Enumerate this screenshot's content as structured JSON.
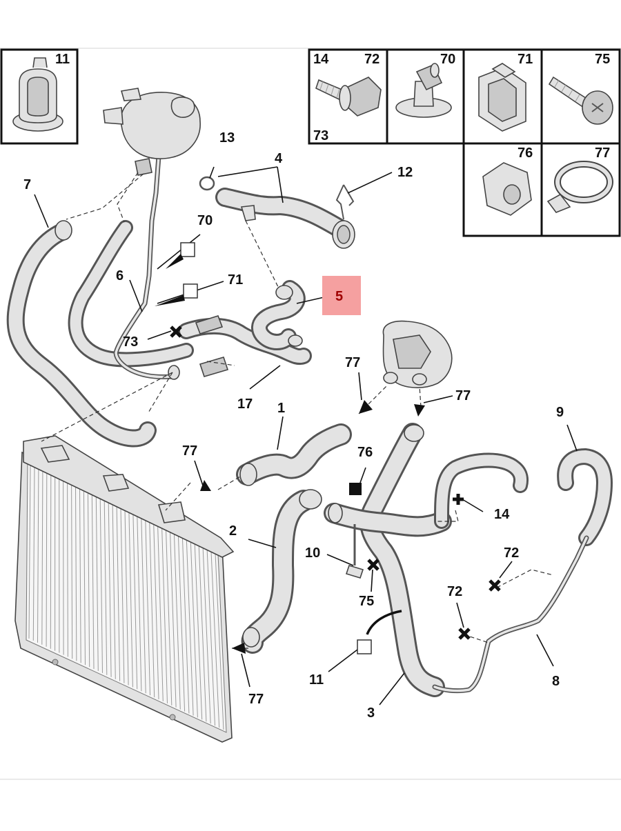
{
  "diagram": {
    "highlight_color": "#f5a0a0",
    "hose_color": "#e3e3e3",
    "outline_color": "#555555",
    "highlighted_part": "5",
    "inset_labels": {
      "clip": "11",
      "bolt_a": "14",
      "bolt_b": "72",
      "bolt_c": "73",
      "bleed_screw": "70",
      "bracket_clip": "71",
      "screw": "75",
      "nut": "76",
      "hose_clamp": "77"
    },
    "callouts": {
      "n13": "13",
      "n4": "4",
      "n12": "12",
      "n7": "7",
      "n70": "70",
      "n6": "6",
      "n71": "71",
      "n5": "5",
      "n73": "73",
      "n17": "17",
      "n77_a": "77",
      "n77_b": "77",
      "n77_c": "77",
      "n77_d": "77",
      "n1": "1",
      "n9": "9",
      "n76": "76",
      "n14": "14",
      "n2": "2",
      "n72_a": "72",
      "n10": "10",
      "n75": "75",
      "n72_b": "72",
      "n11": "11",
      "n8": "8",
      "n3": "3"
    }
  }
}
